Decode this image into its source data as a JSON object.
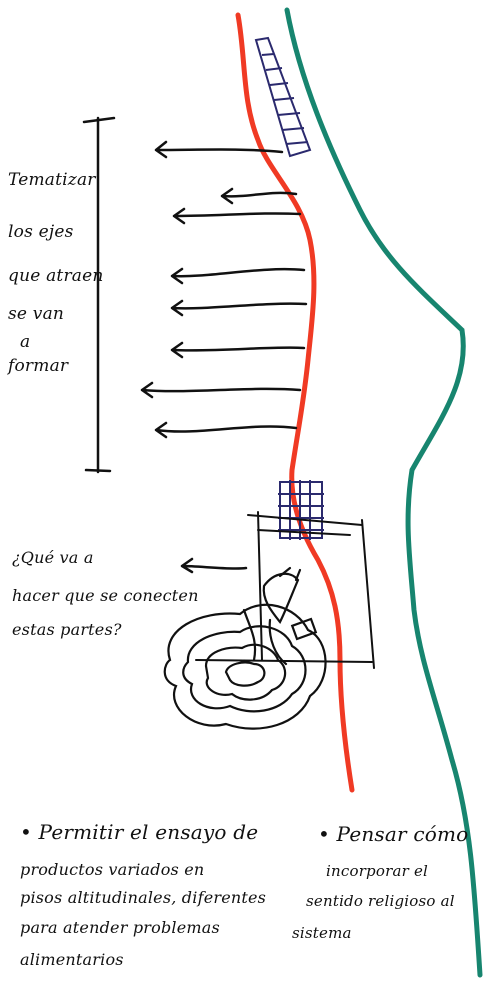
{
  "colors": {
    "ink": "#111111",
    "river_red": "#f03a24",
    "river_green": "#17856f",
    "hatch_navy": "#2b2a6e"
  },
  "side_note": {
    "lines": [
      "Tematizar",
      "los ejes",
      "que atraen",
      "se van",
      "a",
      "formar"
    ]
  },
  "question": {
    "lines": [
      "¿Qué va a",
      "hacer que se conecten",
      "estas partes?"
    ]
  },
  "notes": {
    "left": {
      "lines": [
        "• Permitir el ensayo de",
        "productos variados en",
        "pisos altitudinales, diferentes",
        "para atender problemas",
        "alimentarios"
      ]
    },
    "right": {
      "lines": [
        "• Pensar cómo",
        "incorporar el",
        "sentido religioso al",
        "sistema"
      ]
    }
  },
  "icons": [
    "arrow-left-icon"
  ]
}
